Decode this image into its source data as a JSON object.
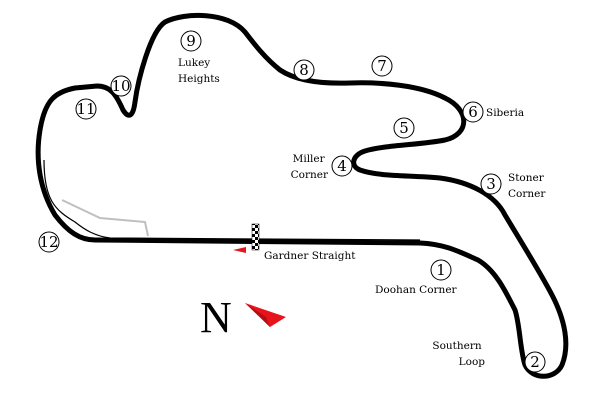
{
  "track": {
    "colors": {
      "track": "#000000",
      "pit_lane": "#bfbfbf",
      "arrow": "#e8141c"
    },
    "corners": [
      {
        "number": "1",
        "name": "Doohan Corner"
      },
      {
        "number": "2",
        "name": "Southern Loop"
      },
      {
        "number": "3",
        "name": "Stoner Corner"
      },
      {
        "number": "4",
        "name": "Miller Corner"
      },
      {
        "number": "5",
        "name": ""
      },
      {
        "number": "6",
        "name": "Siberia"
      },
      {
        "number": "7",
        "name": ""
      },
      {
        "number": "8",
        "name": ""
      },
      {
        "number": "9",
        "name": "Lukey Heights"
      },
      {
        "number": "10",
        "name": ""
      },
      {
        "number": "11",
        "name": ""
      },
      {
        "number": "12",
        "name": ""
      }
    ],
    "straight_label": "Gardner Straight",
    "north_label": "N",
    "icons": {
      "finish_line": "checkered-flag-line",
      "direction": "red-arrow-icon",
      "north": "north-arrow-icon"
    }
  }
}
